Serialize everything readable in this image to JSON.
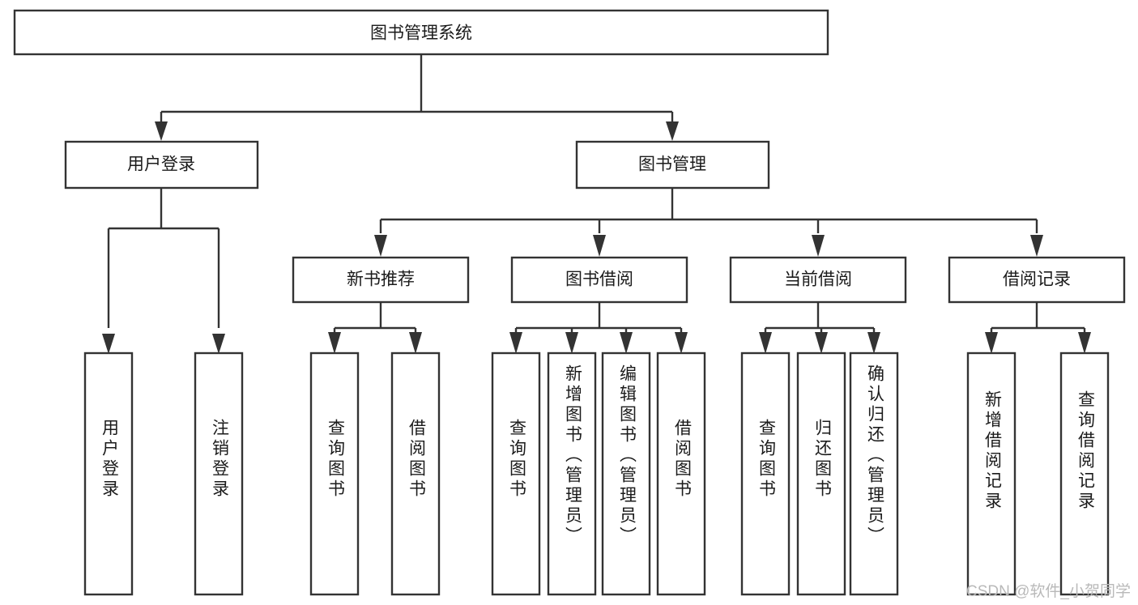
{
  "diagram": {
    "type": "tree-hierarchy-flowchart",
    "title": "图书管理系统",
    "background_color": "#ffffff",
    "box_stroke_color": "#333333",
    "box_fill_color": "#ffffff",
    "text_color": "#1b1b1b"
  },
  "nodes": {
    "root": {
      "label": "图书管理系统",
      "level": 0
    },
    "level1": [
      {
        "id": "user-login",
        "label": "用户登录"
      },
      {
        "id": "book-management",
        "label": "图书管理"
      }
    ],
    "level2": [
      {
        "id": "new-book-recommend",
        "label": "新书推荐",
        "parent": "book-management"
      },
      {
        "id": "book-borrow",
        "label": "图书借阅",
        "parent": "book-management"
      },
      {
        "id": "current-borrow",
        "label": "当前借阅",
        "parent": "book-management"
      },
      {
        "id": "borrow-record",
        "label": "借阅记录",
        "parent": "book-management"
      }
    ],
    "leaves": {
      "user-login": [
        {
          "id": "leaf-user-login",
          "label": "用户登录"
        },
        {
          "id": "leaf-user-logout",
          "label": "注销登录"
        }
      ],
      "new-book-recommend": [
        {
          "id": "leaf-query-book-1",
          "label": "查询图书"
        },
        {
          "id": "leaf-borrow-book-1",
          "label": "借阅图书"
        }
      ],
      "book-borrow": [
        {
          "id": "leaf-query-book-2",
          "label": "查询图书"
        },
        {
          "id": "leaf-add-book",
          "label": "新增图书（管理员）"
        },
        {
          "id": "leaf-edit-book",
          "label": "编辑图书（管理员）"
        },
        {
          "id": "leaf-borrow-book-2",
          "label": "借阅图书"
        }
      ],
      "current-borrow": [
        {
          "id": "leaf-query-book-3",
          "label": "查询图书"
        },
        {
          "id": "leaf-return-book",
          "label": "归还图书"
        },
        {
          "id": "leaf-confirm-return",
          "label": "确认归还（管理员）"
        }
      ],
      "borrow-record": [
        {
          "id": "leaf-add-record",
          "label": "新增借阅记录"
        },
        {
          "id": "leaf-query-record",
          "label": "查询借阅记录"
        }
      ]
    }
  },
  "watermark": {
    "label": "CSDN @软件_小贺同学"
  }
}
